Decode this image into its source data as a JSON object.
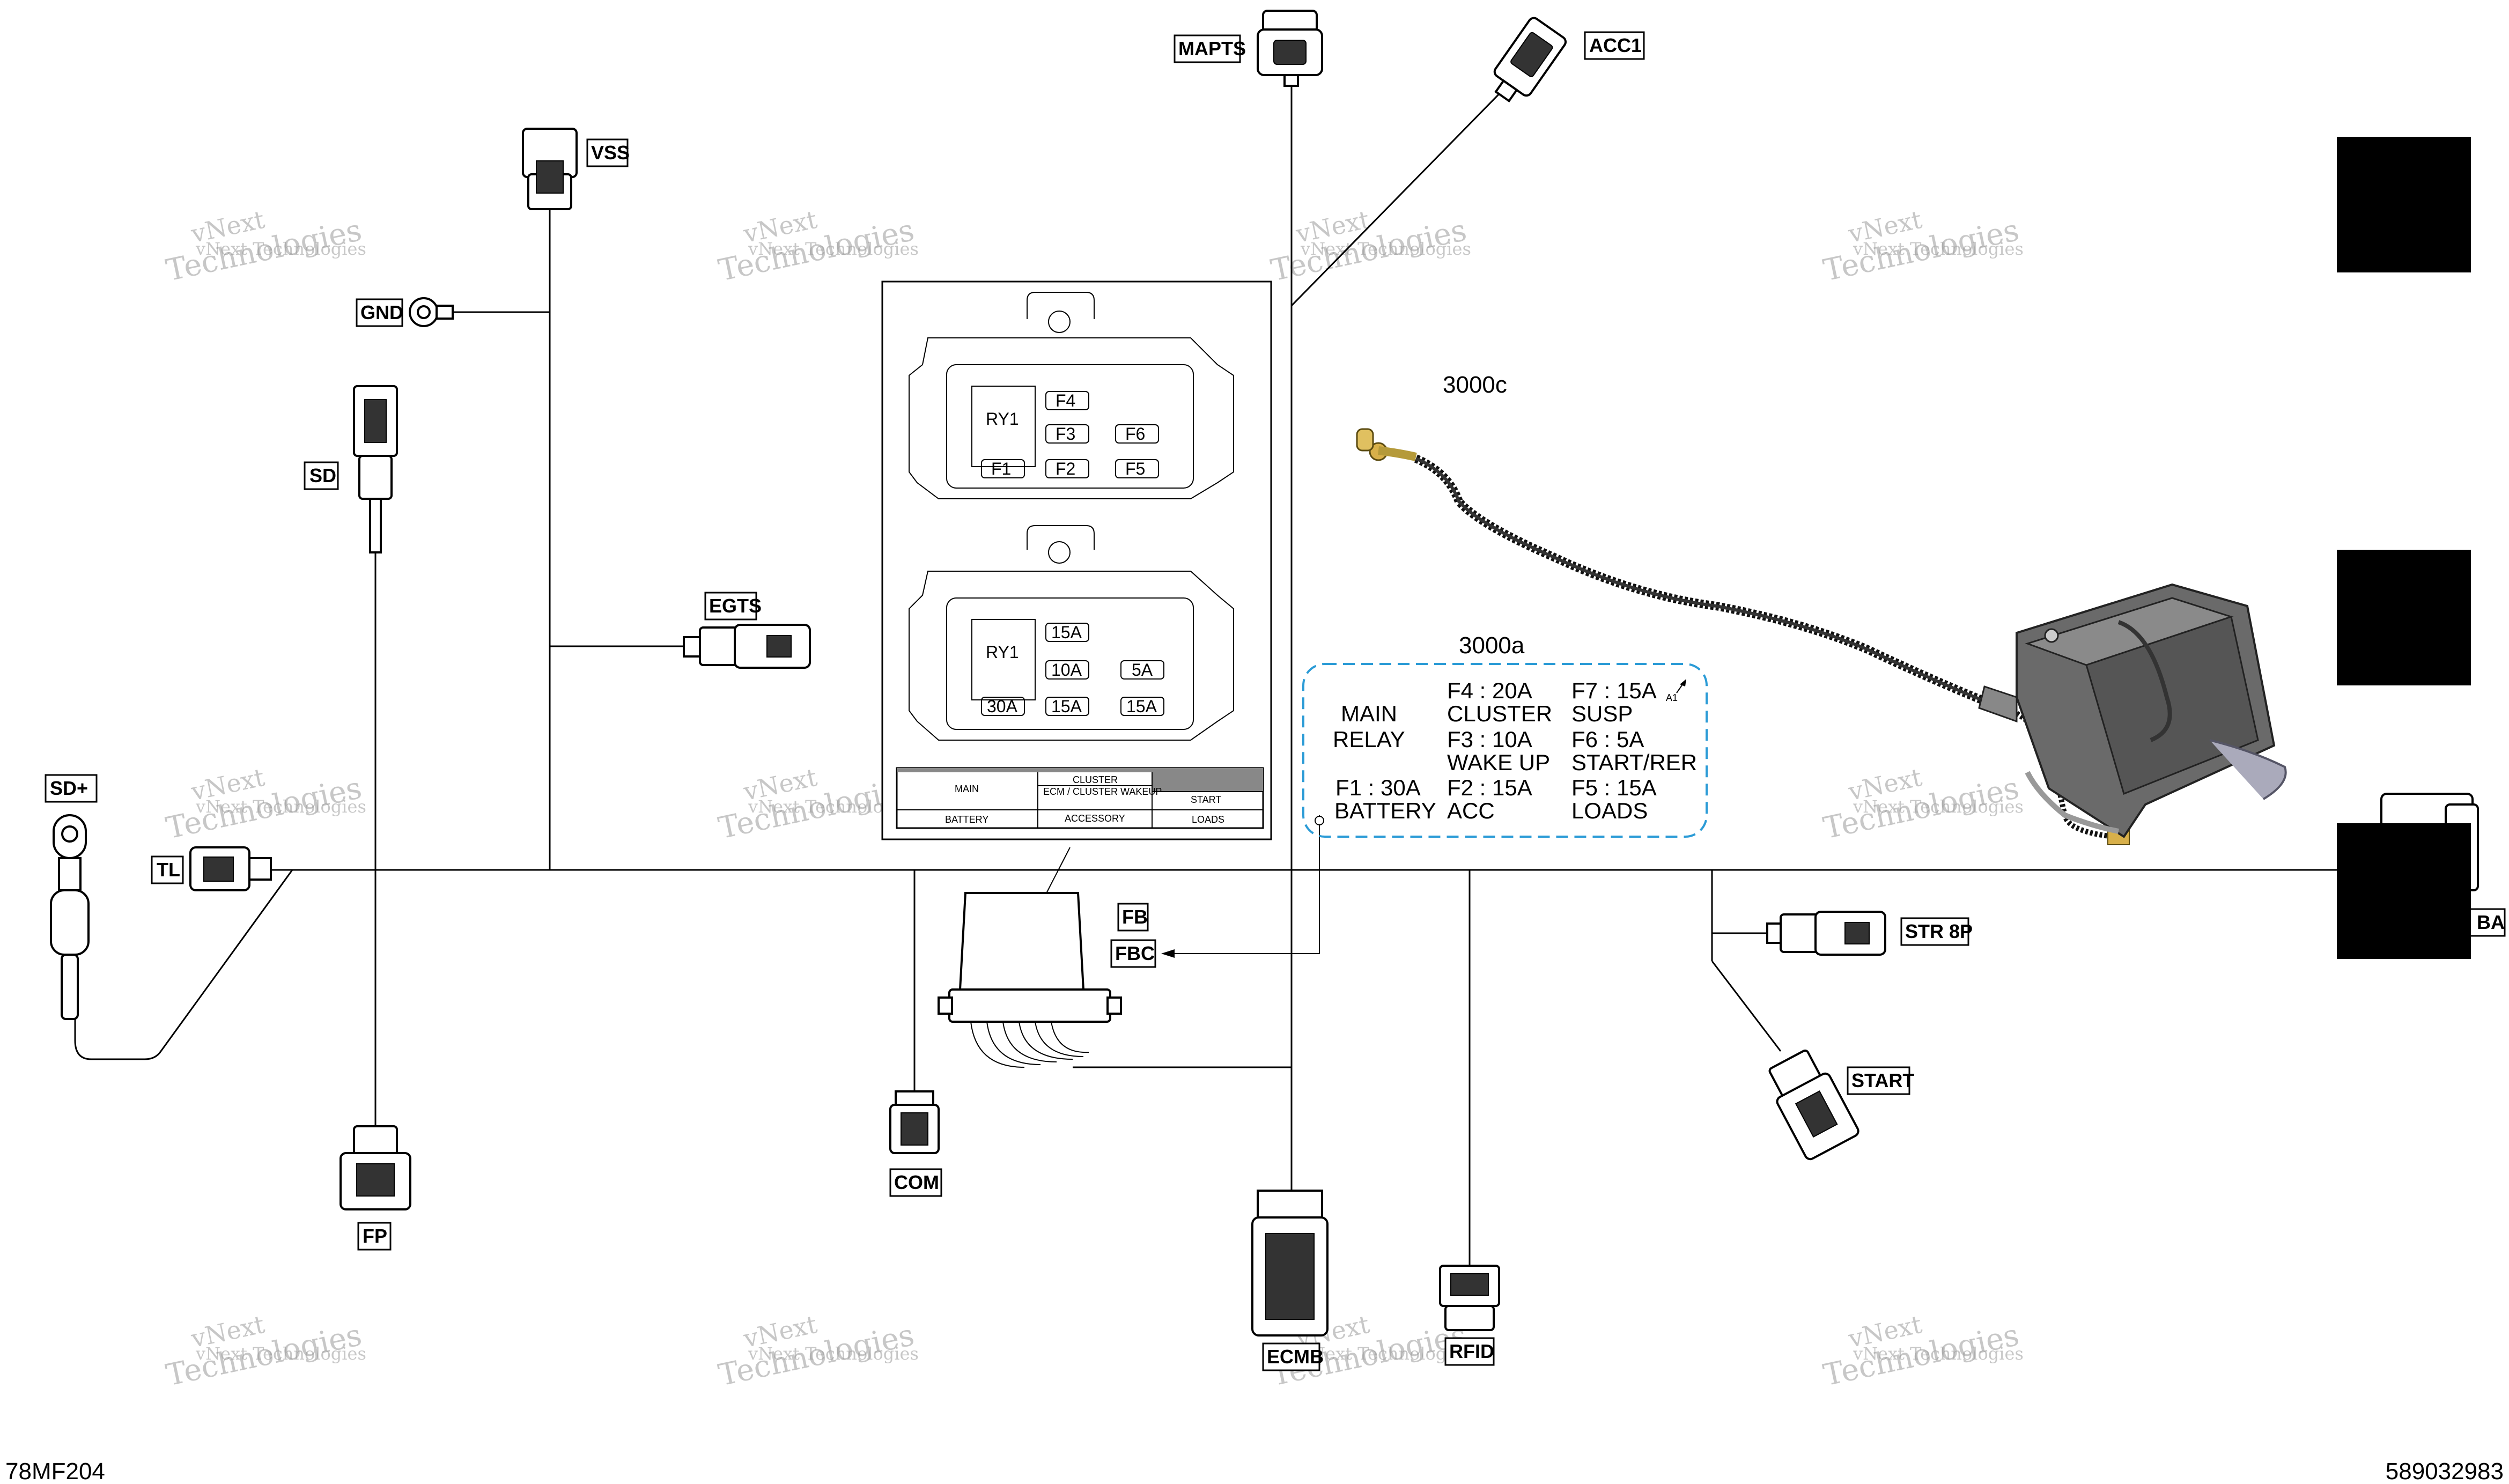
{
  "labels": {
    "mapts": "MAPTS",
    "acc1": "ACC1",
    "vss": "VSS",
    "gnd": "GND",
    "sd": "SD",
    "egts": "EGTS",
    "sdplus": "SD+",
    "tl": "TL",
    "fb": "FB",
    "fbc": "FBC",
    "com": "COM",
    "fp": "FP",
    "ecmb": "ECMB",
    "rfid": "RFID",
    "str8p": "STR 8P",
    "start": "START",
    "ba": "BA"
  },
  "part_refs": {
    "p3000c": "3000c",
    "p3000a": "3000a"
  },
  "fusebox_top": {
    "relay": "RY1",
    "fuses": [
      "F4",
      "F3",
      "F6",
      "F1",
      "F2",
      "F5"
    ]
  },
  "fusebox_bottom": {
    "relay": "RY1",
    "fuses": [
      "15A",
      "10A",
      "5A",
      "30A",
      "15A",
      "15A"
    ]
  },
  "fuse_table": {
    "row1": [
      "MAIN",
      "CLUSTER",
      "ECM / CLUSTER WAKEUP",
      "START"
    ],
    "row2": [
      "BATTERY",
      "ACCESSORY",
      "LOADS"
    ]
  },
  "legend": {
    "main_relay_line1": "MAIN",
    "main_relay_line2": "RELAY",
    "f4": "F4 : 20A",
    "f4_desc": "CLUSTER",
    "f7": "F7 : 15A",
    "f7_desc": "SUSP",
    "f3": "F3 : 10A",
    "f3_desc": "WAKE UP",
    "f6": "F6 : 5A",
    "f6_desc": "START/RER",
    "f1": "F1 : 30A",
    "f1_desc": "BATTERY",
    "f2": "F2 : 15A",
    "f2_desc": "ACC",
    "f5": "F5 : 15A",
    "f5_desc": "LOADS",
    "rev": "A1"
  },
  "watermark": {
    "line1": "vNext",
    "line2": "Technologies",
    "line3": "vNext Technologies"
  },
  "footer": {
    "left_code": "78MF204",
    "right_code": "589032983"
  }
}
